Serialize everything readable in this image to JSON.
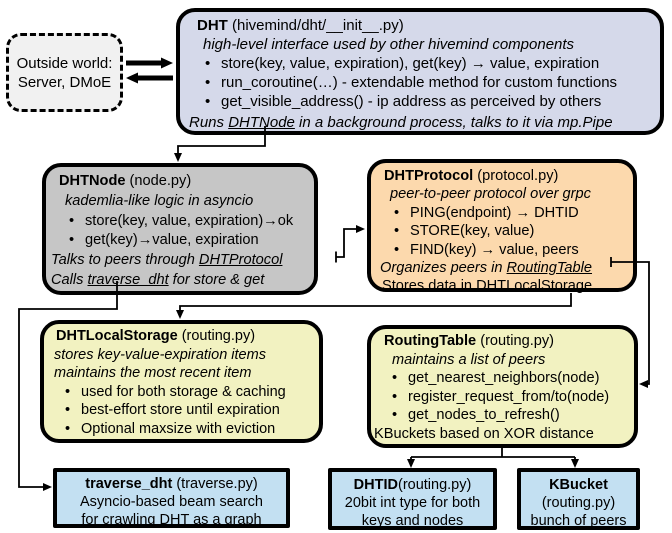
{
  "glyphs": {
    "bullet": "•"
  },
  "colors": {
    "dht_fill": "#d5d9ea",
    "node_fill": "#c6c6c6",
    "protocol_fill": "#fcd9ad",
    "storage_fill": "#f2f2c1",
    "routing_fill": "#f2f2c1",
    "bottom_fill": "#c3e0f2",
    "outside_fill": "#f1f1f1",
    "border": "#000000"
  },
  "outside_world": {
    "line1": "Outside world:",
    "line2": "Server, DMoE"
  },
  "dht": {
    "title": "DHT",
    "title_suffix": " (hivemind/dht/__init__.py)",
    "subtitle": "high-level interface used by other hivemind components",
    "bullets": [
      "store(key, value, expiration), get(key) → value, expiration",
      "run_coroutine(…) - extendable method for custom functions",
      "get_visible_address() - ip address as perceived by others"
    ],
    "footer_prefix": "Runs ",
    "footer_link": "DHTNode",
    "footer_suffix": " in a background process, talks to it via mp.Pipe"
  },
  "dht_node": {
    "title": "DHTNode",
    "title_suffix": " (node.py)",
    "subtitle": "kademlia-like logic in asyncio",
    "bullets": [
      "store(key, value, expiration)→ok",
      "get(key)→value, expiration"
    ],
    "peers_prefix": "Talks to peers through ",
    "peers_link": "DHTProtocol",
    "calls_prefix": "Calls ",
    "calls_link": "traverse_dht",
    "calls_suffix": " for store & get"
  },
  "dht_protocol": {
    "title": "DHTProtocol",
    "title_suffix": " (protocol.py)",
    "subtitle": "peer-to-peer protocol over grpc",
    "bullets": [
      "PING(endpoint) → DHTID",
      "STORE(key, value)",
      "FIND(key) → value, peers"
    ],
    "organizes_prefix": "Organizes peers in ",
    "organizes_link": "RoutingTable",
    "stores_prefix": "Stores data in DHT",
    "stores_link": "LocalStorage"
  },
  "local_storage": {
    "title": "DHTLocalStorage",
    "title_suffix": " (routing.py)",
    "subtitle1": "stores key-value-expiration items",
    "subtitle2": "maintains the most recent item",
    "bullets": [
      "used for both storage & caching",
      "best-effort store until expiration",
      "Optional maxsize with eviction"
    ]
  },
  "routing_table": {
    "title": "RoutingTable",
    "title_suffix": " (routing.py)",
    "subtitle": "maintains a list of peers",
    "bullets": [
      "get_nearest_neighbors(node)",
      "register_request_from/to(node)",
      "get_nodes_to_refresh()"
    ],
    "footer": "KBuckets based on XOR distance"
  },
  "traverse_dht": {
    "title": "traverse_dht",
    "title_suffix": " (traverse.py)",
    "line2": "Asyncio-based beam search",
    "line3": "for crawling DHT as a graph"
  },
  "dhtid": {
    "title": "DHTID",
    "title_suffix": "(routing.py)",
    "line2": "20bit int type for both",
    "line3": "keys and nodes"
  },
  "kbucket": {
    "title": "KBucket",
    "line2": "(routing.py)",
    "line3": "bunch of peers"
  }
}
